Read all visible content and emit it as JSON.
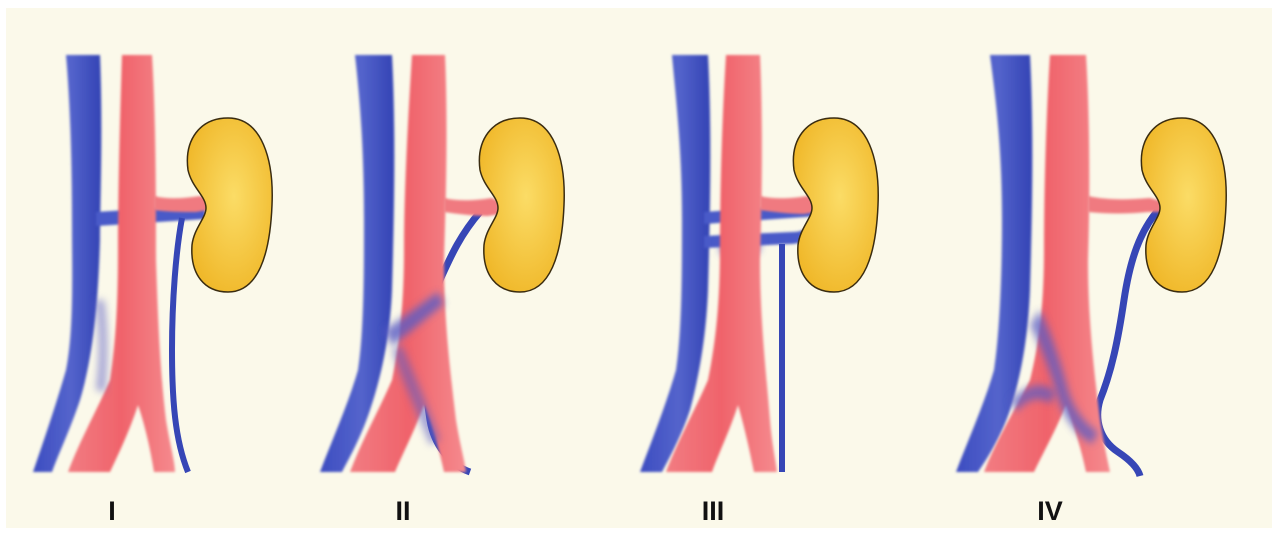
{
  "panels": [
    {
      "label": "I"
    },
    {
      "label": "II"
    },
    {
      "label": "III"
    },
    {
      "label": "IV"
    }
  ],
  "colors": {
    "background": "#fbf9ea",
    "vein": "#4858c8",
    "vein_dark": "#2b3aa6",
    "artery": "#f06a72",
    "artery_dark": "#e42c36",
    "kidney": "#f4c13a",
    "outline": "#222222"
  }
}
